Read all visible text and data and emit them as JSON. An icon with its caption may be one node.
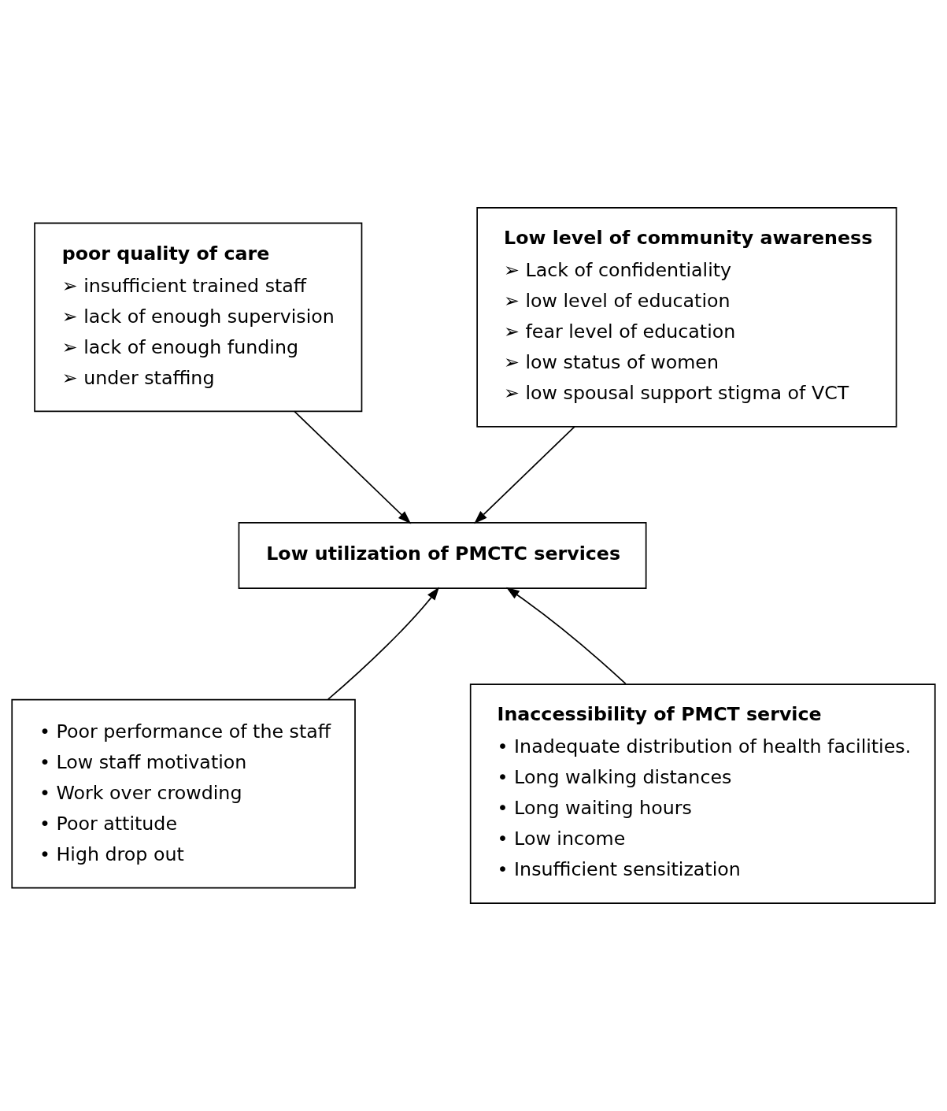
{
  "diagram": {
    "nodes": [
      {
        "text": [
          "poor quality of care",
          "➢ insufficient trained staff",
          "➢ lack of enough supervision",
          "➢ lack of enough funding",
          "➢ under staffing"
        ]
      },
      {
        "text": [
          "Low level of community awareness",
          "➢ Lack of confidentiality",
          "➢ low level of education",
          "➢ fear level of education",
          "➢ low status of women",
          "➢ low spousal support stigma of VCT"
        ]
      },
      {
        "text": [
          "Low utilization of PMCTC services"
        ]
      },
      {
        "text": [
          "• Poor performance of the staff",
          "• Low staff motivation",
          "• Work over crowding",
          "• Poor attitude",
          "• High drop out"
        ]
      },
      {
        "text": [
          "Inaccessibility of PMCT service",
          "• Inadequate distribution of health facilities.",
          "• Long walking distances",
          "• Long waiting hours",
          "• Low income",
          "• Insufficient sensitization"
        ]
      }
    ],
    "edges": [
      {
        "from": 0,
        "to": 2,
        "arrow": "to"
      },
      {
        "from": 1,
        "to": 2,
        "arrow": "to"
      },
      {
        "from": 3,
        "to": 2,
        "arrow": "to"
      },
      {
        "from": 4,
        "to": 2,
        "arrow": "to"
      }
    ]
  }
}
